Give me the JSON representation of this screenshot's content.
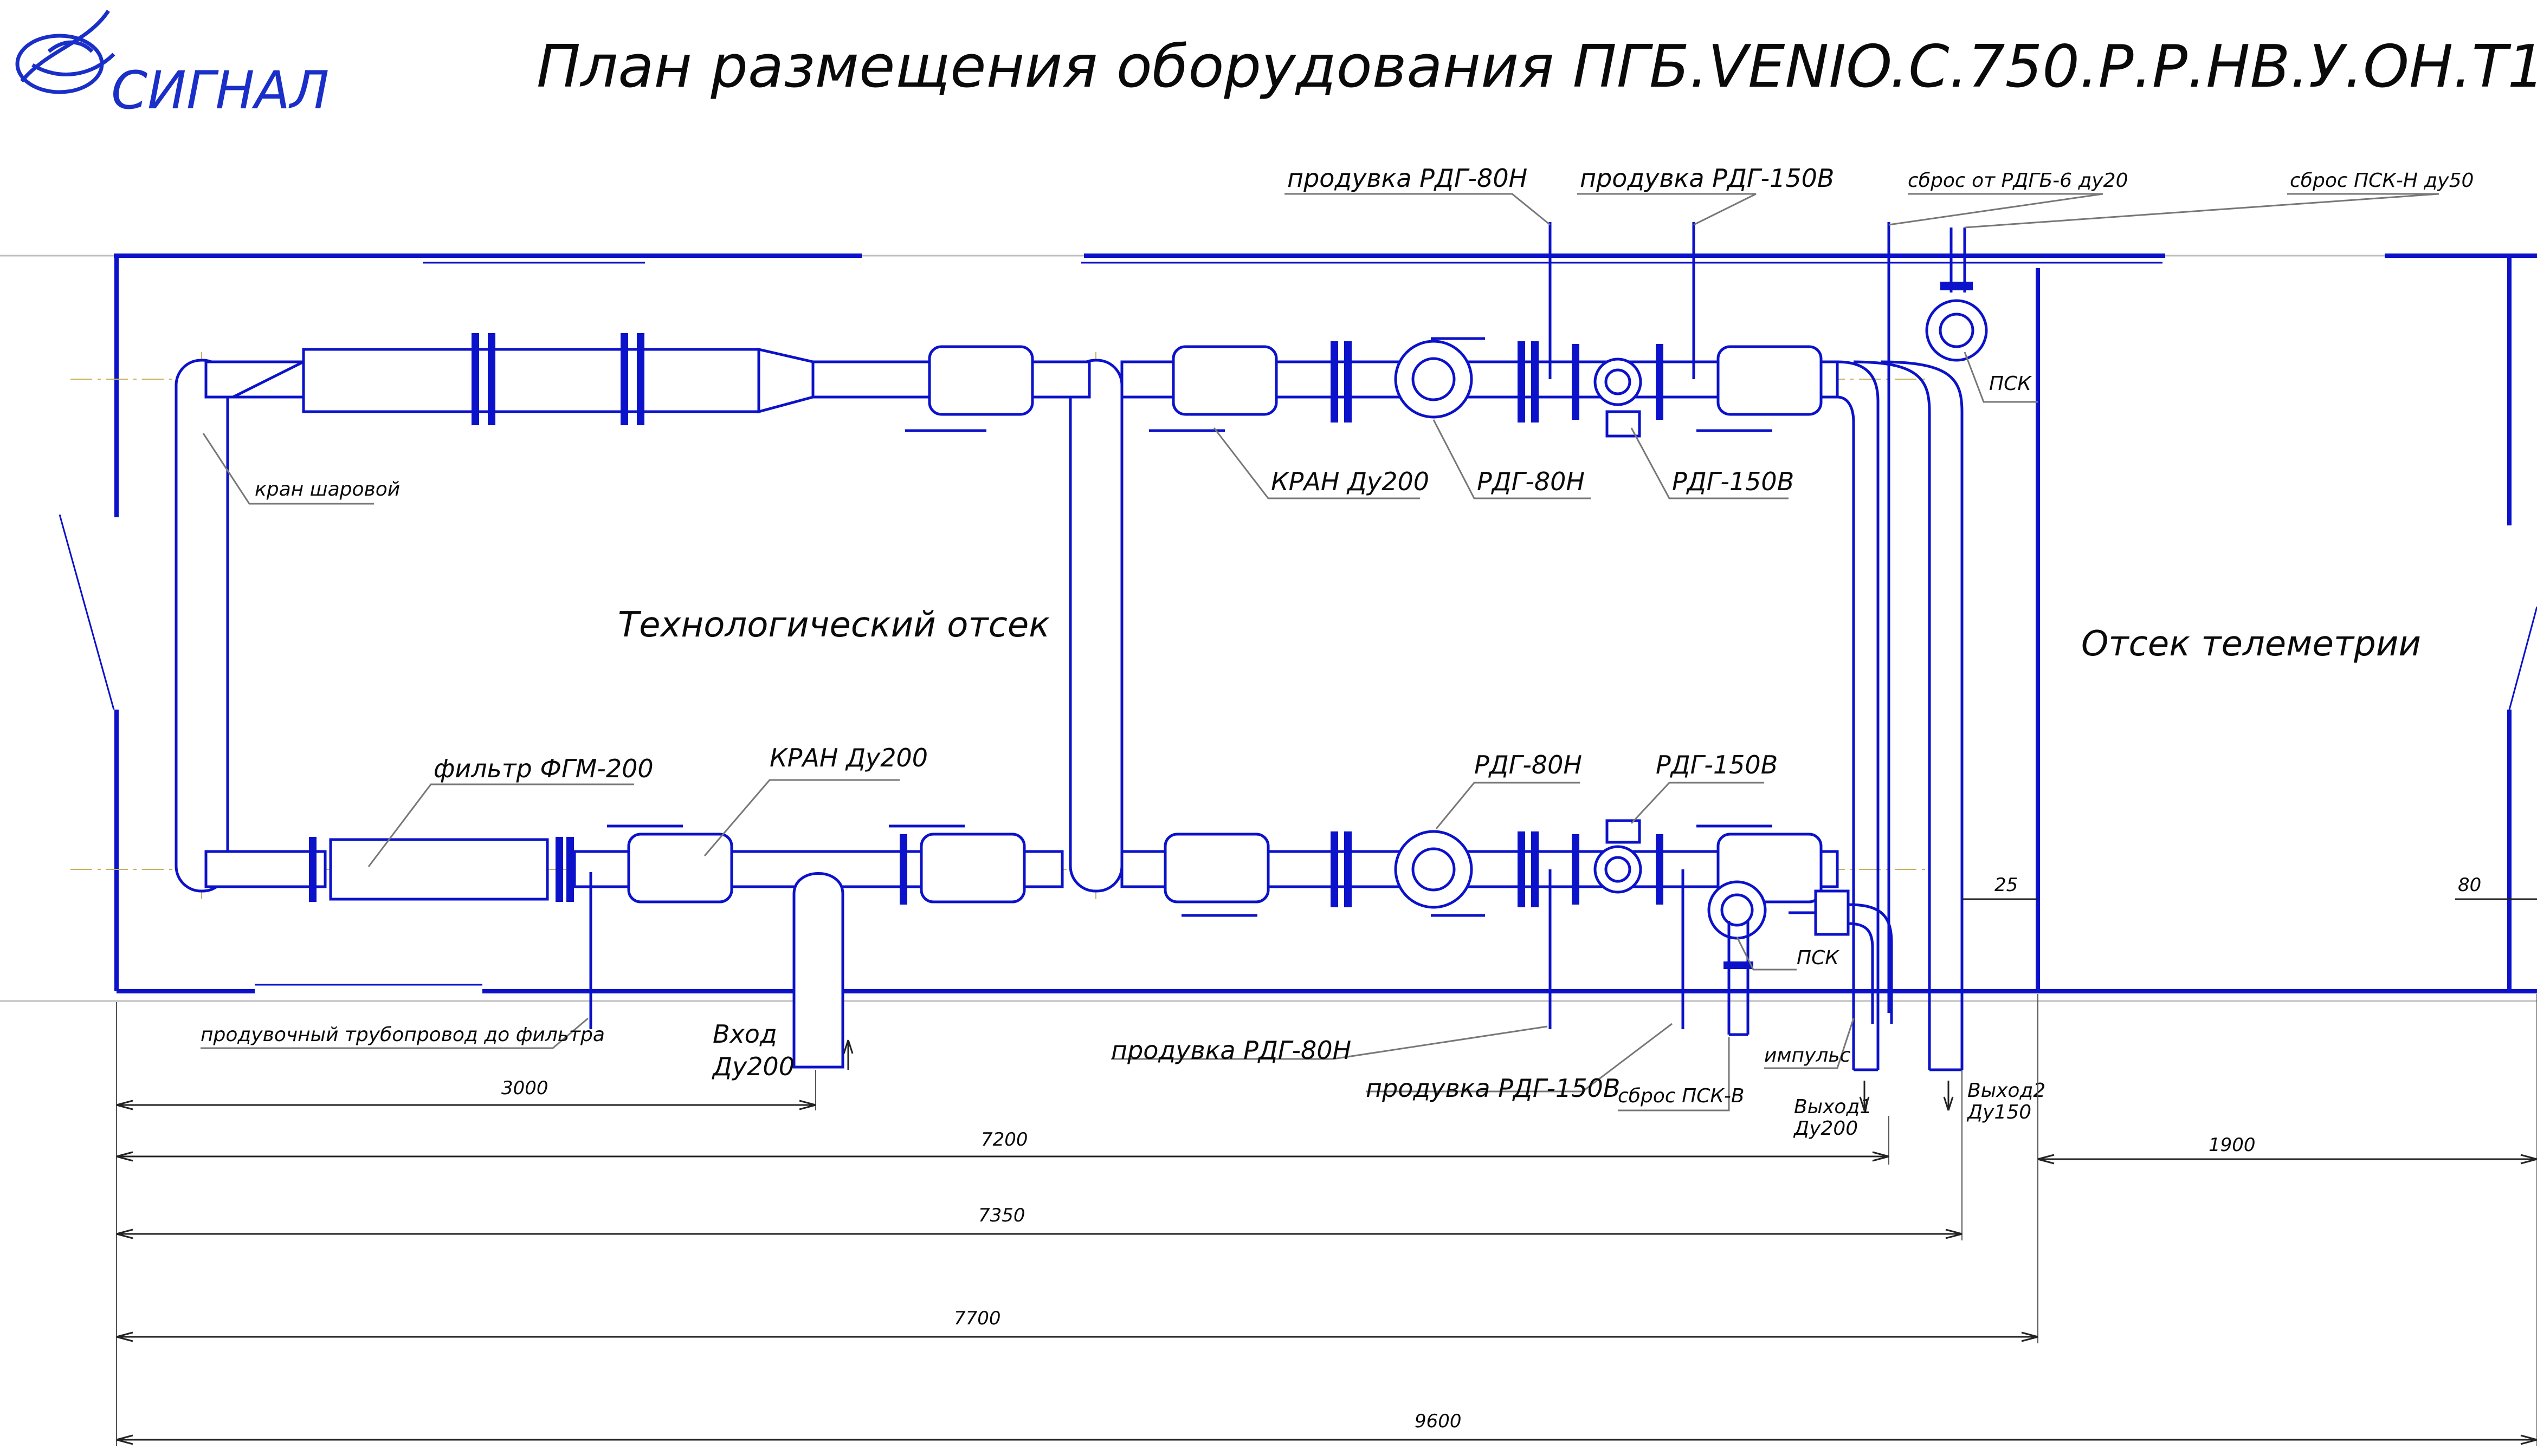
{
  "header": {
    "company": "СИГНАЛ",
    "title": "План размещения оборудования ПГБ.VENIO.C.750.Р.Р.НВ.У.ОН.Т1"
  },
  "rooms": {
    "technological": "Технологический отсек",
    "telemetry": "Отсек телеметрии"
  },
  "labels": {
    "purge_rdg80n_top": "продувка РДГ-80Н",
    "purge_rdg150v_top": "продувка РДГ-150В",
    "discharge_rdgb6": "сброс от РДГБ-6 ду20",
    "discharge_psk_n": "сброс ПСК-Н ду50",
    "psk_top": "ПСК",
    "ball_valve": "кран шаровой",
    "valve_dn200_top": "КРАН Ду200",
    "rdg80n_top": "РДГ-80Н",
    "rdg150v_top": "РДГ-150В",
    "filter": "фильтр ФГМ-200",
    "valve_dn200_bottom": "КРАН Ду200",
    "rdg80n_bottom": "РДГ-80Н",
    "rdg150v_bottom": "РДГ-150В",
    "psk_bottom": "ПСК",
    "purge_to_filter": "продувочный трубопровод до фильтра",
    "inlet": "Вход",
    "inlet_dn": "Ду200",
    "purge_rdg80n_bottom": "продувка РДГ-80Н",
    "purge_rdg150v_bottom": "продувка РДГ-150В",
    "discharge_psk_v": "сброс ПСК-В",
    "impulse": "импульс",
    "outlet1": "Выход1",
    "outlet1_dn": "Ду200",
    "outlet2": "Выход2",
    "outlet2_dn": "Ду150"
  },
  "dimensions": {
    "d25": "25",
    "d80": "80",
    "d3000": "3000",
    "d7200": "7200",
    "d1900": "1900",
    "d7350": "7350",
    "d7700": "7700",
    "d9600": "9600"
  },
  "colors": {
    "line": "#0b12c9",
    "logo": "#1a2fc8",
    "text": "#0a0a0a"
  }
}
